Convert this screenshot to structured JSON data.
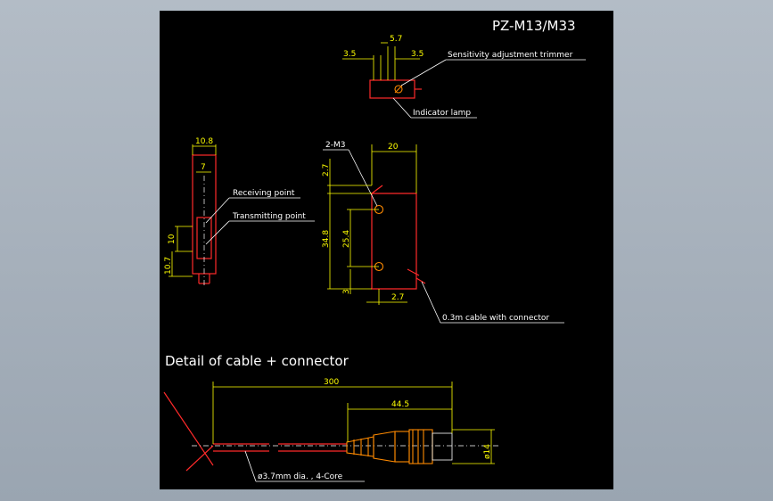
{
  "drawing": {
    "title": "PZ-M13/M33",
    "detail_heading": "Detail of cable + connector",
    "labels": {
      "trimmer": "Sensitivity adjustment trimmer",
      "indicator": "Indicator lamp",
      "receiving": "Receiving point",
      "transmitting": "Transmitting point",
      "mount": "2-M3",
      "cable_short": "0.3m cable with connector",
      "cable_spec": "ø3.7mm dia. , 4-Core"
    },
    "dims": {
      "top_w": "5.7",
      "top_l": "3.5",
      "top_r": "3.5",
      "side_w": "10.8",
      "side_inner": "7",
      "side_h1": "10",
      "side_h2": "10.7",
      "front_w": "20",
      "front_top": "2.7",
      "front_h": "34.8",
      "front_pitch": "25.4",
      "front_bot": "3",
      "front_cable": "2.7",
      "cable_len": "300",
      "conn_len": "44.5",
      "conn_dia": "ø14"
    }
  }
}
